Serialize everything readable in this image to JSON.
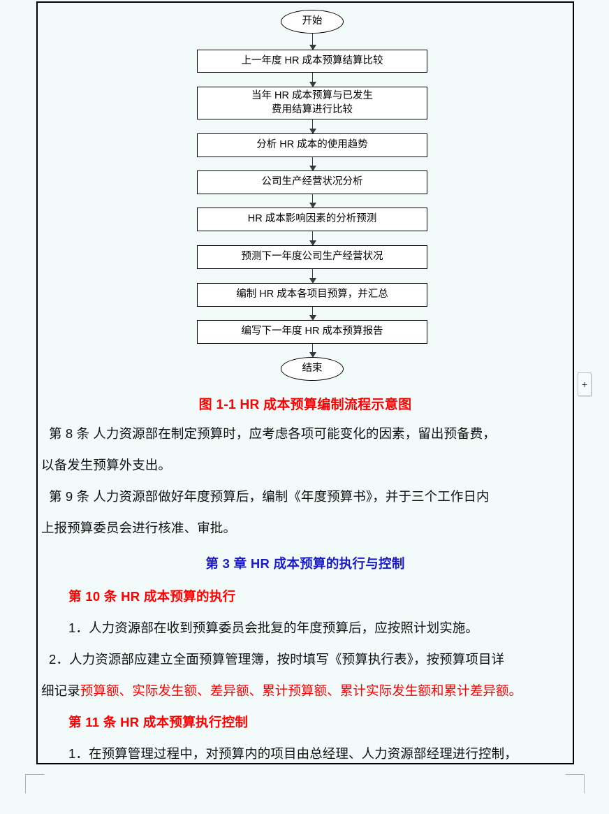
{
  "document": {
    "background_color": "#f2fbfa",
    "page_border_color": "#000000",
    "accent_red": "#ff0000",
    "accent_blue": "#1a1ac8"
  },
  "side_widget": {
    "plus_label": "+"
  },
  "flowchart": {
    "title": "HR 成本预算编制流程示意图",
    "nodes": [
      {
        "id": "start",
        "type": "terminator",
        "label": "开始"
      },
      {
        "id": "n1",
        "type": "process",
        "label": "上一年度 HR 成本预算结算比较"
      },
      {
        "id": "n2",
        "type": "process",
        "label": "当年 HR 成本预算与已发生\n费用结算进行比较"
      },
      {
        "id": "n3",
        "type": "process",
        "label": "分析 HR 成本的使用趋势"
      },
      {
        "id": "n4",
        "type": "process",
        "label": "公司生产经营状况分析"
      },
      {
        "id": "n5",
        "type": "process",
        "label": "HR 成本影响因素的分析预测"
      },
      {
        "id": "n6",
        "type": "process",
        "label": "预测下一年度公司生产经营状况"
      },
      {
        "id": "n7",
        "type": "process",
        "label": "编制 HR 成本各项目预算，并汇总"
      },
      {
        "id": "n8",
        "type": "process",
        "label": "编写下一年度 HR 成本预算报告"
      },
      {
        "id": "end",
        "type": "terminator",
        "label": "结束"
      }
    ]
  },
  "figure_caption": {
    "label": "图 1-1",
    "text": "HR 成本预算编制流程示意图",
    "full": "图 1-1   HR 成本预算编制流程示意图"
  },
  "body": {
    "article_8": {
      "line1": "第 8 条   人力资源部在制定预算时，应考虑各项可能变化的因素，留出预备费，",
      "line2": "以备发生预算外支出。"
    },
    "article_9": {
      "line1": "第 9 条   人力资源部做好年度预算后，编制《年度预算书》，并于三个工作日内",
      "line2": "上报预算委员会进行核准、审批。"
    },
    "chapter_3": {
      "heading": "第 3 章   HR 成本预算的执行与控制"
    },
    "article_10": {
      "heading": "第 10 条   HR 成本预算的执行",
      "item1": "1．人力资源部在收到预算委员会批复的年度预算后，应按照计划实施。",
      "item2_line1": "2．人力资源部应建立全面预算管理簿，按时填写《预算执行表》，按预算项目详",
      "item2_line2_prefix": "细记录",
      "item2_line2_red": "预算额、实际发生额、差异额、累计预算额、累计实际发生额和累计差异额。"
    },
    "article_11": {
      "heading": "第 11 条   HR 成本预算执行控制",
      "item1": "1．在预算管理过程中，对预算内的项目由总经理、人力资源部经理进行控制，"
    }
  }
}
